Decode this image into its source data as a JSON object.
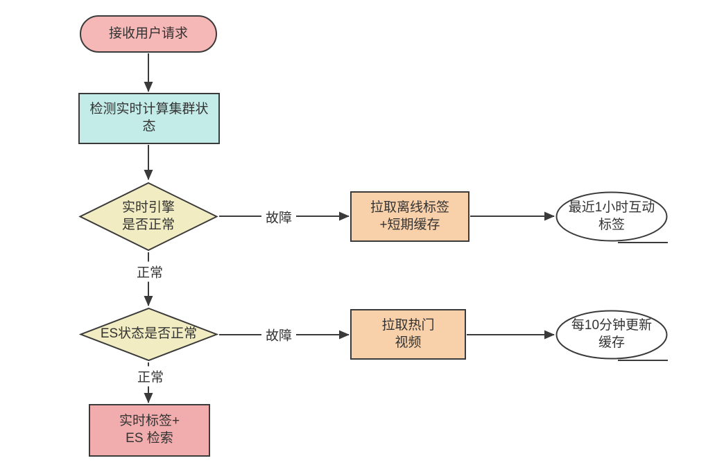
{
  "palette": {
    "background": "#ffffff",
    "stroke": "#3a3a3a",
    "text": "#333333",
    "start_fill": "#F6B7B7",
    "process_teal_fill": "#C3ECE8",
    "decision_fill": "#F1ECC1",
    "fallback_fill": "#F8D0A9",
    "terminal_fill": "#ffffff",
    "final_fill": "#F1ADAD"
  },
  "nodes": {
    "start": {
      "type": "stadium",
      "label": "接收用户请求"
    },
    "detect_cluster": {
      "type": "rect",
      "label": "检测实时计算集群状\n态"
    },
    "engine_check": {
      "type": "decision",
      "label": "实时引擎\n是否正常"
    },
    "pull_offline": {
      "type": "rect",
      "label": "拉取离线标签\n+短期缓存"
    },
    "recent_tags": {
      "type": "ellipse",
      "label": "最近1小时互动\n标签"
    },
    "es_check": {
      "type": "decision",
      "label": "ES状态是否正常"
    },
    "pull_hot": {
      "type": "rect",
      "label": "拉取热门\n视频"
    },
    "cache_update": {
      "type": "ellipse",
      "label": "每10分钟更新\n缓存"
    },
    "final": {
      "type": "rect",
      "label": "实时标签+\nES 检索"
    }
  },
  "edges": [
    {
      "from": "start",
      "to": "detect_cluster",
      "label": ""
    },
    {
      "from": "detect_cluster",
      "to": "engine_check",
      "label": ""
    },
    {
      "from": "engine_check",
      "to": "pull_offline",
      "label": "故障"
    },
    {
      "from": "pull_offline",
      "to": "recent_tags",
      "label": ""
    },
    {
      "from": "engine_check",
      "to": "es_check",
      "label": "正常"
    },
    {
      "from": "es_check",
      "to": "pull_hot",
      "label": "故障"
    },
    {
      "from": "pull_hot",
      "to": "cache_update",
      "label": ""
    },
    {
      "from": "es_check",
      "to": "final",
      "label": "正常"
    }
  ]
}
